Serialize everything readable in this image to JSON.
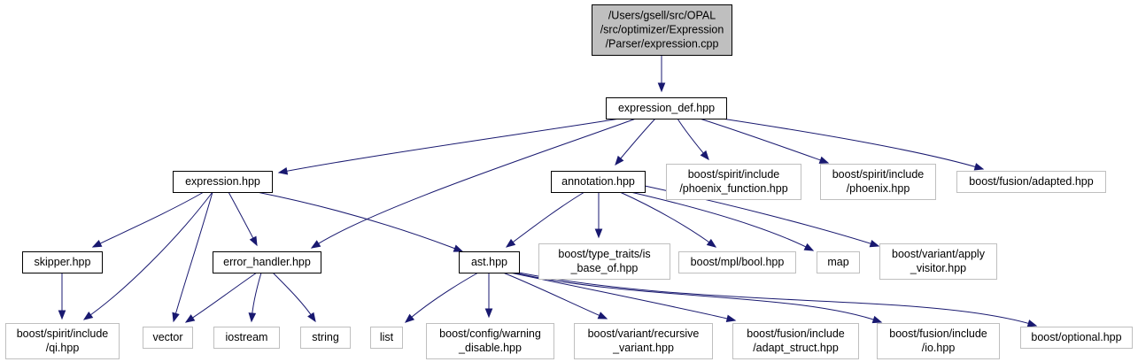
{
  "diagram": {
    "type": "dependency-graph",
    "colors": {
      "edge": "#191970",
      "node_border_black": "#000000",
      "node_border_gray": "#bfbfbf",
      "root_fill": "#bfbfbf",
      "node_fill": "#ffffff"
    },
    "nodes": [
      {
        "id": "root",
        "lines": [
          "/Users/gsell/src/OPAL",
          "/src/optimizer/Expression",
          "/Parser/expression.cpp"
        ],
        "style": "root"
      },
      {
        "id": "expression_def",
        "lines": [
          "expression_def.hpp"
        ],
        "style": "black"
      },
      {
        "id": "expression",
        "lines": [
          "expression.hpp"
        ],
        "style": "black"
      },
      {
        "id": "annotation",
        "lines": [
          "annotation.hpp"
        ],
        "style": "black"
      },
      {
        "id": "phoenix_function",
        "lines": [
          "boost/spirit/include",
          "/phoenix_function.hpp"
        ],
        "style": "gray"
      },
      {
        "id": "phoenix",
        "lines": [
          "boost/spirit/include",
          "/phoenix.hpp"
        ],
        "style": "gray"
      },
      {
        "id": "fusion_adapted",
        "lines": [
          "boost/fusion/adapted.hpp"
        ],
        "style": "gray"
      },
      {
        "id": "skipper",
        "lines": [
          "skipper.hpp"
        ],
        "style": "black"
      },
      {
        "id": "error_handler",
        "lines": [
          "error_handler.hpp"
        ],
        "style": "black"
      },
      {
        "id": "ast",
        "lines": [
          "ast.hpp"
        ],
        "style": "black"
      },
      {
        "id": "is_base_of",
        "lines": [
          "boost/type_traits/is",
          "_base_of.hpp"
        ],
        "style": "gray"
      },
      {
        "id": "mpl_bool",
        "lines": [
          "boost/mpl/bool.hpp"
        ],
        "style": "gray"
      },
      {
        "id": "map",
        "lines": [
          "map"
        ],
        "style": "gray"
      },
      {
        "id": "apply_visitor",
        "lines": [
          "boost/variant/apply",
          "_visitor.hpp"
        ],
        "style": "gray"
      },
      {
        "id": "qi",
        "lines": [
          "boost/spirit/include",
          "/qi.hpp"
        ],
        "style": "gray"
      },
      {
        "id": "vector",
        "lines": [
          "vector"
        ],
        "style": "gray"
      },
      {
        "id": "iostream",
        "lines": [
          "iostream"
        ],
        "style": "gray"
      },
      {
        "id": "string",
        "lines": [
          "string"
        ],
        "style": "gray"
      },
      {
        "id": "list",
        "lines": [
          "list"
        ],
        "style": "gray"
      },
      {
        "id": "warning_disable",
        "lines": [
          "boost/config/warning",
          "_disable.hpp"
        ],
        "style": "gray"
      },
      {
        "id": "recursive_variant",
        "lines": [
          "boost/variant/recursive",
          "_variant.hpp"
        ],
        "style": "gray"
      },
      {
        "id": "adapt_struct",
        "lines": [
          "boost/fusion/include",
          "/adapt_struct.hpp"
        ],
        "style": "gray"
      },
      {
        "id": "fusion_io",
        "lines": [
          "boost/fusion/include",
          "/io.hpp"
        ],
        "style": "gray"
      },
      {
        "id": "optional",
        "lines": [
          "boost/optional.hpp"
        ],
        "style": "gray"
      }
    ],
    "edges": [
      [
        "root",
        "expression_def"
      ],
      [
        "expression_def",
        "expression"
      ],
      [
        "expression_def",
        "error_handler"
      ],
      [
        "expression_def",
        "annotation"
      ],
      [
        "expression_def",
        "phoenix_function"
      ],
      [
        "expression_def",
        "phoenix"
      ],
      [
        "expression_def",
        "fusion_adapted"
      ],
      [
        "expression",
        "skipper"
      ],
      [
        "expression",
        "qi"
      ],
      [
        "expression",
        "vector"
      ],
      [
        "expression",
        "error_handler"
      ],
      [
        "expression",
        "ast"
      ],
      [
        "skipper",
        "qi"
      ],
      [
        "error_handler",
        "vector"
      ],
      [
        "error_handler",
        "iostream"
      ],
      [
        "error_handler",
        "string"
      ],
      [
        "annotation",
        "ast"
      ],
      [
        "annotation",
        "is_base_of"
      ],
      [
        "annotation",
        "mpl_bool"
      ],
      [
        "annotation",
        "map"
      ],
      [
        "annotation",
        "apply_visitor"
      ],
      [
        "ast",
        "list"
      ],
      [
        "ast",
        "warning_disable"
      ],
      [
        "ast",
        "recursive_variant"
      ],
      [
        "ast",
        "adapt_struct"
      ],
      [
        "ast",
        "fusion_io"
      ],
      [
        "ast",
        "optional"
      ]
    ]
  }
}
